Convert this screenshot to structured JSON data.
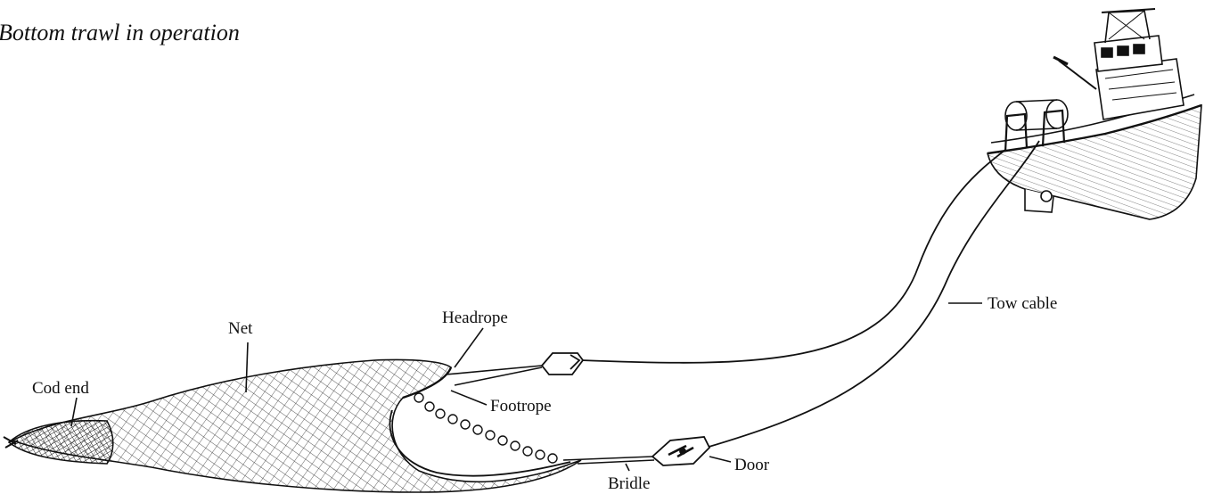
{
  "title": "Bottom trawl in operation",
  "labels": {
    "net": "Net",
    "headrope": "Headrope",
    "cod_end": "Cod end",
    "footrope": "Footrope",
    "tow_cable": "Tow cable",
    "door": "Door",
    "bridle": "Bridle"
  },
  "colors": {
    "ink": "#111111",
    "paper": "#ffffff"
  }
}
